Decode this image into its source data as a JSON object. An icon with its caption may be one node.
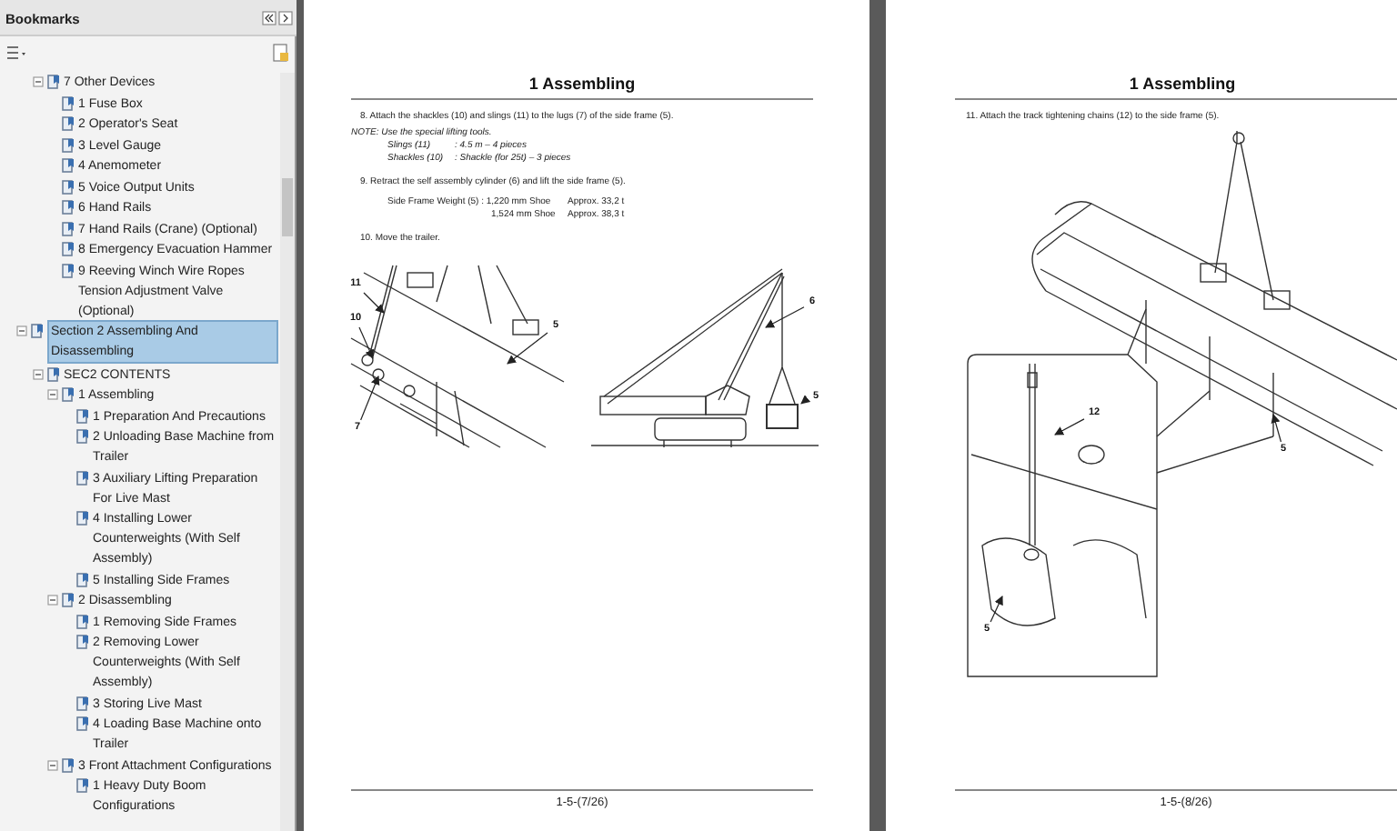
{
  "diagram": {
    "nodes": [
      {
        "text": [
          "11"
        ]
      },
      {
        "text": [
          "10"
        ]
      },
      {
        "text": [
          "7"
        ]
      },
      {
        "text": [
          "5"
        ]
      },
      {
        "text": [
          "6"
        ]
      },
      {
        "text": [
          "5"
        ]
      },
      {
        "text": [
          "12"
        ]
      },
      {
        "text": [
          "5"
        ]
      },
      {
        "text": [
          "5"
        ]
      },
      {
        "text": [],
        "shape": "box"
      }
    ],
    "edges": [
      {
        "from": 0,
        "to": null,
        "arrow": "to"
      },
      {
        "from": 1,
        "to": null,
        "arrow": "to"
      },
      {
        "from": 2,
        "to": null,
        "arrow": "to"
      },
      {
        "from": 3,
        "to": null,
        "arrow": "to"
      },
      {
        "from": 4,
        "to": null,
        "arrow": "to"
      },
      {
        "from": 5,
        "to": 9,
        "arrow": "to"
      },
      {
        "from": 6,
        "to": null,
        "arrow": "to"
      },
      {
        "from": 7,
        "to": null,
        "arrow": "to"
      },
      {
        "from": 8,
        "to": null,
        "arrow": "to"
      }
    ],
    "labels": [
      "Bookmarks",
      "7 Other Devices",
      "1 Fuse Box",
      "2 Operator's Seat",
      "3 Level Gauge",
      "4 Anemometer",
      "5 Voice Output Units",
      "6 Hand Rails",
      "7 Hand Rails (Crane) (Optional)",
      "8 Emergency Evacuation Hammer",
      "9 Reeving Winch Wire Ropes Tension Adjustment Valve (Optional)",
      "Section 2 Assembling And Disassembling",
      "SEC2 CONTENTS",
      "1 Assembling",
      "1 Preparation And Precautions",
      "2 Unloading Base Machine from Trailer",
      "3 Auxiliary Lifting Preparation For Live Mast",
      "4 Installing Lower Counterweights (With Self Assembly)",
      "5 Installing Side Frames",
      "2 Disassembling",
      "1 Removing Side Frames",
      "2 Removing Lower Counterweights (With Self Assembly)",
      "3 Storing Live Mast",
      "4 Loading Base Machine onto Trailer",
      "3 Front Attachment Configurations",
      "1 Heavy Duty Boom Configurations",
      "1 Assembling",
      "8. Attach the shackles (10) and slings (11) to the lugs (7) of the side frame (5).",
      "NOTE: Use the special lifting tools.",
      "Slings (11)",
      ": 4.5 m – 4 pieces",
      "Shackles (10)",
      ": Shackle (for 25t) – 3 pieces",
      "9. Retract the self assembly cylinder (6) and lift the side frame (5).",
      "Side Frame Weight (5) : 1,220 mm Shoe",
      "Approx. 33,2 t",
      "1,524 mm Shoe",
      "Approx. 38,3 t",
      "10. Move the trailer.",
      "1-5-(7/26)",
      "1 Assembling",
      "11. Attach the track tightening chains (12) to the side frame (5).",
      "1-5-(8/26)"
    ]
  }
}
